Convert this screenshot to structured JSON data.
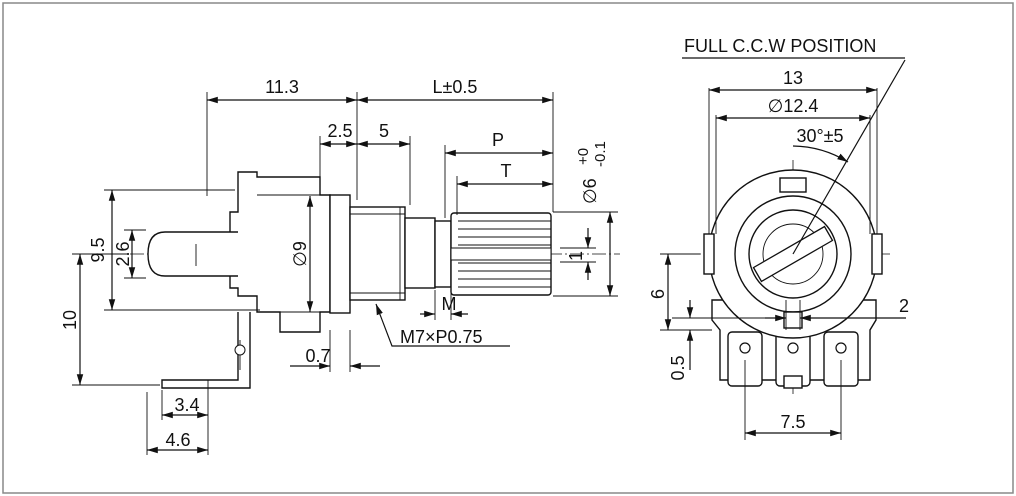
{
  "drawing": {
    "side_view": {
      "dim_11_3": "11.3",
      "dim_L": "L±0.5",
      "dim_2_5": "2.5",
      "dim_5": "5",
      "dim_P": "P",
      "dim_T": "T",
      "dim_phi6": "∅6",
      "tol_upper": "+0",
      "tol_lower": "-0.1",
      "dim_9_5": "9.5",
      "dim_2_6": "2.6",
      "dim_phi9": "∅9",
      "dim_10": "10",
      "dim_1": "1",
      "dim_M": "M",
      "thread_label": "M7×P0.75",
      "dim_0_7": "0.7",
      "dim_3_4": "3.4",
      "dim_4_6": "4.6"
    },
    "front_view": {
      "position_label": "FULL C.C.W POSITION",
      "dim_13": "13",
      "dim_phi12_4": "∅12.4",
      "dim_angle": "30°±5",
      "dim_6": "6",
      "dim_2": "2",
      "dim_0_5": "0.5",
      "dim_7_5": "7.5"
    }
  }
}
